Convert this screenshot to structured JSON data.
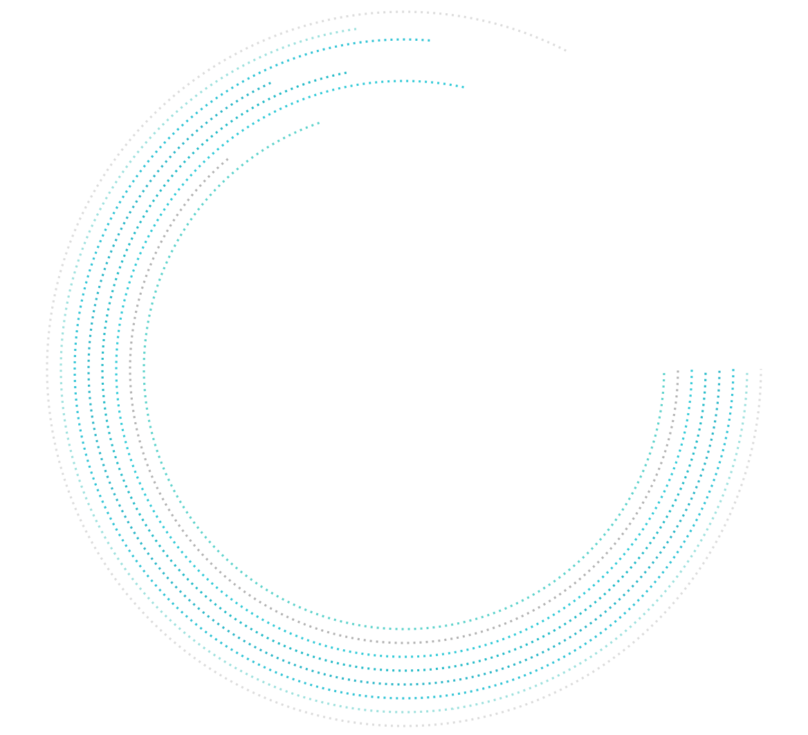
{
  "graphic": {
    "type": "concentric-dotted-arcs",
    "style": "dotted",
    "background": "#ffffff",
    "rings": [
      {
        "name": "ring-1",
        "color": "#dcdcdc"
      },
      {
        "name": "ring-2",
        "color": "#9fe1de"
      },
      {
        "name": "ring-3",
        "color": "#33c5d6"
      },
      {
        "name": "ring-4",
        "color": "#2fb8c9"
      },
      {
        "name": "ring-5",
        "color": "#27bcc9"
      },
      {
        "name": "ring-6",
        "color": "#34cbd8"
      },
      {
        "name": "ring-7",
        "color": "#b3b3b3"
      },
      {
        "name": "ring-8",
        "color": "#5fd3cc"
      }
    ]
  }
}
